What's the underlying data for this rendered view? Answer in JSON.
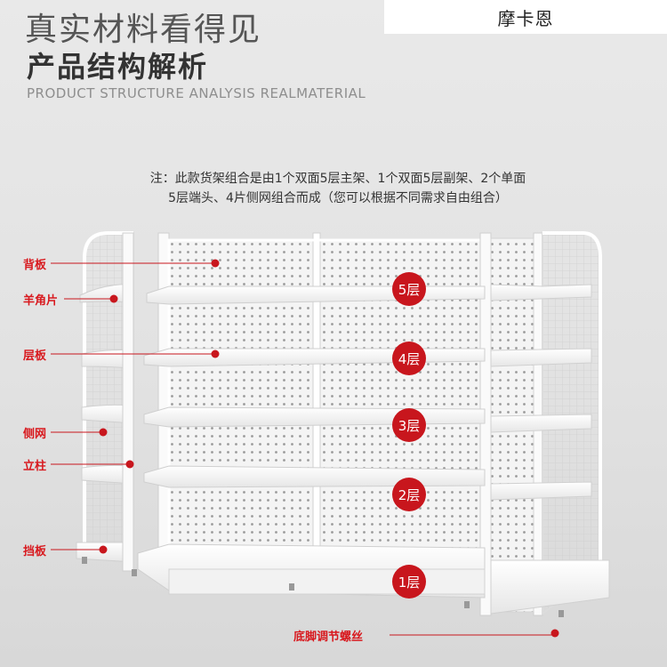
{
  "brand": {
    "name": "摩卡恩"
  },
  "header": {
    "title_line1": "真实材料看得见",
    "title_line2": "产品结构解析",
    "title_en": "PRODUCT STRUCTURE ANALYSIS REALMATERIAL"
  },
  "note": {
    "line1": "注：此款货架组合是由1个双面5层主架、1个双面5层副架、2个单面",
    "line2": "5层端头、4片侧网组合而成（您可以根据不同需求自由组合）"
  },
  "parts": {
    "back_panel": "背板",
    "bracket": "羊角片",
    "shelf_board": "层板",
    "side_mesh": "侧网",
    "upright": "立柱",
    "baffle": "挡板",
    "foot_screw": "底脚调节螺丝"
  },
  "layers": [
    "5层",
    "4层",
    "3层",
    "2层",
    "1层"
  ],
  "colors": {
    "accent": "#c8161d",
    "shelf": "#f7f7f7",
    "background": "#e4e4e4"
  }
}
